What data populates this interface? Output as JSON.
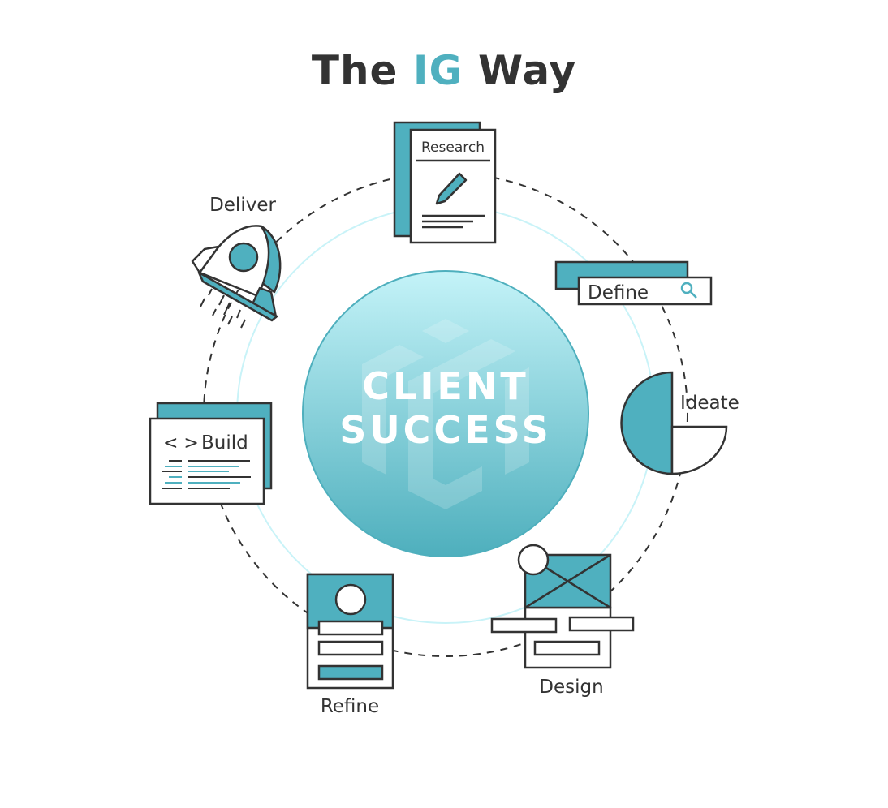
{
  "title": {
    "prefix": "The",
    "accent": "IG",
    "suffix": "Way"
  },
  "center": {
    "line1": "CLIENT",
    "line2": "SUCCESS"
  },
  "stages": {
    "research": "Research",
    "define": "Define",
    "ideate": "Ideate",
    "design": "Design",
    "refine": "Refine",
    "build": "Build",
    "deliver": "Deliver"
  },
  "build_icon_glyph": "< >",
  "colors": {
    "accent": "#4fb0bf",
    "dark": "#333333",
    "light_ring": "#c9f3f8",
    "center_top": "#c4f3f8",
    "center_bottom": "#4eafbd"
  }
}
